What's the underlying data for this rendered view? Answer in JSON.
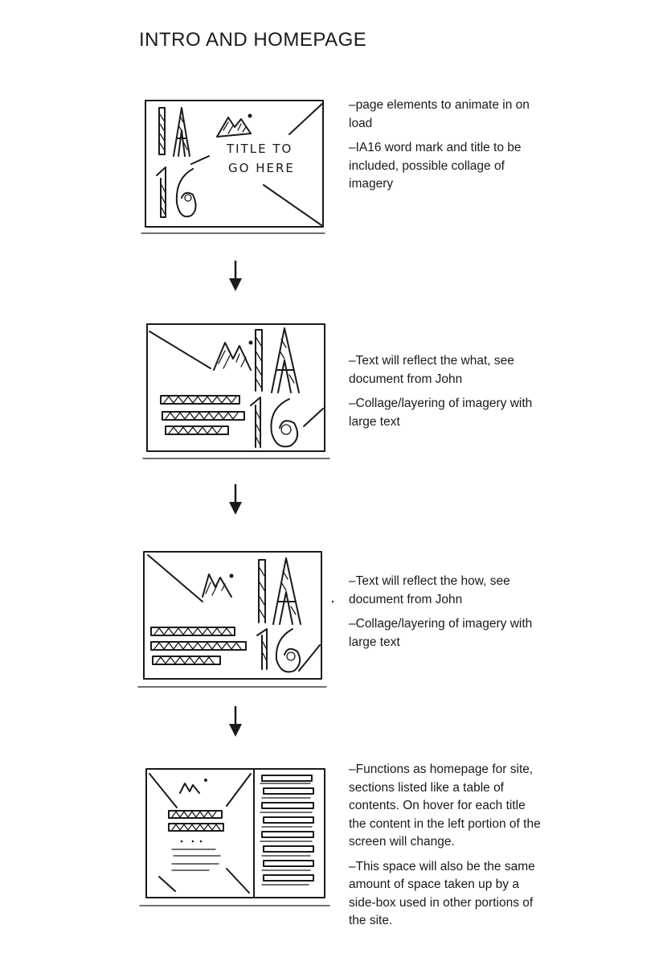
{
  "page": {
    "title": "INTRO AND HOMEPAGE"
  },
  "frames": [
    {
      "sketch_label": [
        "TITLE TO",
        "GO HERE"
      ],
      "notes": [
        "–page elements to animate in on load",
        "–IA16 word mark and title to be included, possible collage of imagery"
      ]
    },
    {
      "notes": [
        "–Text will reflect the what, see document from John",
        "–Collage/layering of imagery with large text"
      ]
    },
    {
      "notes": [
        "–Text will reflect the how, see document from John",
        "–Collage/layering of imagery with large text"
      ]
    },
    {
      "notes": [
        "–Functions as homepage for site, sections listed like a table of contents. On hover for each title the content in the left portion of the screen will change.",
        "–This space will also be the same amount of space taken up by a side-box used in other portions of the site."
      ]
    }
  ],
  "icons": [
    "mountain-sun-icon",
    "arrow-down-icon"
  ]
}
